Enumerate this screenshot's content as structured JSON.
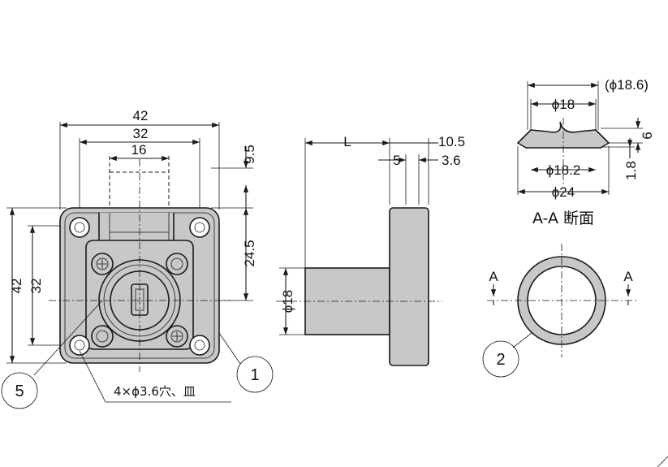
{
  "colors": {
    "part_fill": "#c8c8c8",
    "line": "#1a1a1a",
    "background": "#ffffff"
  },
  "front_view": {
    "dims": {
      "width_outer": "42",
      "hole_pitch_h": "32",
      "slot_width": "16",
      "height_outer": "42",
      "hole_pitch_v": "32",
      "top_offset": "9.5",
      "center_offset": "24.5"
    },
    "hole_note": "4×ϕ3.6穴、皿",
    "callout_1": "1",
    "callout_5": "5"
  },
  "side_view": {
    "dims": {
      "length": "L",
      "flange": "10.5",
      "boss": "5",
      "step": "3.6",
      "diameter": "ϕ18"
    }
  },
  "section_view": {
    "dims": {
      "outer_ref": "(ϕ18.6)",
      "inner_top": "ϕ18",
      "inner_bottom": "ϕ18.2",
      "outer": "ϕ24",
      "height": "6",
      "flange_thk": "1.8"
    },
    "title": "A-A 断面"
  },
  "ring_view": {
    "section_mark_left": "A",
    "section_mark_right": "A",
    "callout_2": "2"
  }
}
